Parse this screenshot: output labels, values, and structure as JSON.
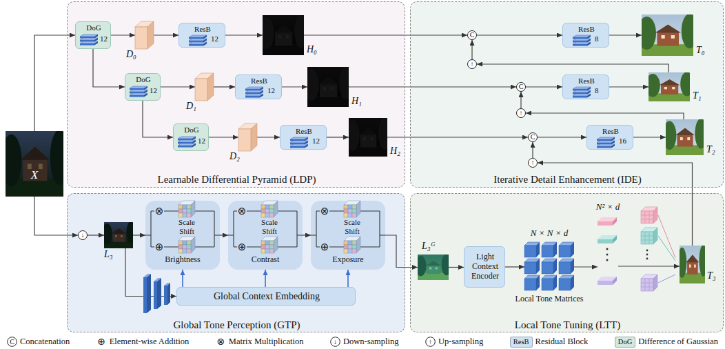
{
  "diagram": {
    "nodes": [
      {
        "text": [
          "X"
        ]
      },
      {
        "text": [
          "Learnable Differential Pyramid (LDP)"
        ]
      },
      {
        "text": [
          "DoG",
          "12"
        ],
        "in": 1
      },
      {
        "text": [
          "D₀"
        ],
        "in": 1
      },
      {
        "text": [
          "ResB",
          "12"
        ],
        "in": 1
      },
      {
        "text": [
          "H₀"
        ],
        "in": 1
      },
      {
        "text": [
          "DoG",
          "12"
        ],
        "in": 1
      },
      {
        "text": [
          "D₁"
        ],
        "in": 1
      },
      {
        "text": [
          "ResB",
          "12"
        ],
        "in": 1
      },
      {
        "text": [
          "H₁"
        ],
        "in": 1
      },
      {
        "text": [
          "DoG",
          "12"
        ],
        "in": 1
      },
      {
        "text": [
          "D₂"
        ],
        "in": 1
      },
      {
        "text": [
          "ResB",
          "12"
        ],
        "in": 1
      },
      {
        "text": [
          "H₂"
        ],
        "in": 1
      },
      {
        "text": [
          "Iterative Detail Enhancement (IDE)"
        ]
      },
      {
        "text": [
          "C"
        ],
        "in": 14
      },
      {
        "text": [
          "ResB",
          "8"
        ],
        "in": 14
      },
      {
        "text": [
          "T₀"
        ],
        "in": 14
      },
      {
        "text": [
          "↑"
        ],
        "in": 14
      },
      {
        "text": [
          "C"
        ],
        "in": 14
      },
      {
        "text": [
          "ResB",
          "8"
        ],
        "in": 14
      },
      {
        "text": [
          "T₁"
        ],
        "in": 14
      },
      {
        "text": [
          "↑"
        ],
        "in": 14
      },
      {
        "text": [
          "C"
        ],
        "in": 14
      },
      {
        "text": [
          "ResB",
          "16"
        ],
        "in": 14
      },
      {
        "text": [
          "T₂"
        ],
        "in": 14
      },
      {
        "text": [
          "↑"
        ],
        "in": 14
      },
      {
        "text": [
          "Global Tone Perception (GTP)"
        ]
      },
      {
        "text": [
          "↓"
        ],
        "in": 27
      },
      {
        "text": [
          "L₃"
        ],
        "in": 27
      },
      {
        "text": [
          "Brightness"
        ],
        "in": 27
      },
      {
        "text": [
          "⊗"
        ],
        "in": 30
      },
      {
        "text": [
          "⊕"
        ],
        "in": 30
      },
      {
        "text": [
          "Contrast"
        ],
        "in": 27
      },
      {
        "text": [
          "⊗"
        ],
        "in": 33
      },
      {
        "text": [
          "⊕"
        ],
        "in": 33
      },
      {
        "text": [
          "Exposure"
        ],
        "in": 27
      },
      {
        "text": [
          "⊗"
        ],
        "in": 36
      },
      {
        "text": [
          "⊕"
        ],
        "in": 36
      },
      {
        "text": [
          "Global Context Embedding"
        ],
        "in": 27
      },
      {
        "text": [
          "Local Tone Tuning (LTT)"
        ]
      },
      {
        "text": [
          "L₃ᴳ"
        ],
        "in": 40
      },
      {
        "text": [
          "Light Context Encoder"
        ],
        "in": 40
      },
      {
        "text": [
          "N × N × d",
          "Local Tone Matrices"
        ],
        "in": 40
      },
      {
        "text": [
          "N² × d"
        ],
        "in": 40
      },
      {
        "text": [
          "T₃"
        ],
        "in": 40
      }
    ],
    "edges": [
      {
        "from": 0,
        "to": 2,
        "arrow": "to"
      },
      {
        "from": 0,
        "to": 28,
        "arrow": "to"
      },
      {
        "from": 2,
        "to": 3,
        "arrow": "to"
      },
      {
        "from": 3,
        "to": 4,
        "arrow": "to"
      },
      {
        "from": 4,
        "to": 5,
        "arrow": "to"
      },
      {
        "from": 5,
        "to": 15,
        "arrow": "to"
      },
      {
        "from": 15,
        "to": 16,
        "arrow": "to"
      },
      {
        "from": 16,
        "to": 17,
        "arrow": "to"
      },
      {
        "from": 2,
        "to": 6,
        "arrow": "to"
      },
      {
        "from": 6,
        "to": 7,
        "arrow": "to"
      },
      {
        "from": 7,
        "to": 8,
        "arrow": "to"
      },
      {
        "from": 8,
        "to": 9,
        "arrow": "to"
      },
      {
        "from": 9,
        "to": 19,
        "arrow": "to"
      },
      {
        "from": 19,
        "to": 20,
        "arrow": "to"
      },
      {
        "from": 20,
        "to": 21,
        "arrow": "to"
      },
      {
        "from": 6,
        "to": 10,
        "arrow": "to"
      },
      {
        "from": 10,
        "to": 11,
        "arrow": "to"
      },
      {
        "from": 11,
        "to": 12,
        "arrow": "to"
      },
      {
        "from": 12,
        "to": 13,
        "arrow": "to"
      },
      {
        "from": 13,
        "to": 23,
        "arrow": "to"
      },
      {
        "from": 23,
        "to": 24,
        "arrow": "to"
      },
      {
        "from": 24,
        "to": 25,
        "arrow": "to"
      },
      {
        "from": 21,
        "to": 18,
        "arrow": "to"
      },
      {
        "from": 18,
        "to": 15,
        "arrow": "to"
      },
      {
        "from": 25,
        "to": 22,
        "arrow": "to"
      },
      {
        "from": 22,
        "to": 19,
        "arrow": "to"
      },
      {
        "from": 45,
        "to": 26,
        "arrow": "to"
      },
      {
        "from": 26,
        "to": 23,
        "arrow": "to"
      },
      {
        "from": 28,
        "to": 29,
        "arrow": "to"
      },
      {
        "from": 29,
        "to": 30,
        "arrow": "to"
      },
      {
        "from": 30,
        "to": 33,
        "arrow": "to"
      },
      {
        "from": 33,
        "to": 36,
        "arrow": "to"
      },
      {
        "from": 36,
        "to": 41,
        "arrow": "to"
      },
      {
        "from": 29,
        "to": 39,
        "arrow": "to"
      },
      {
        "from": 39,
        "to": 30,
        "arrow": "to"
      },
      {
        "from": 39,
        "to": 33,
        "arrow": "to"
      },
      {
        "from": 39,
        "to": 36,
        "arrow": "to"
      },
      {
        "from": 41,
        "to": 42,
        "arrow": "to"
      },
      {
        "from": 42,
        "to": 43,
        "arrow": "to"
      },
      {
        "from": 43,
        "to": 44,
        "arrow": "to"
      },
      {
        "from": 44,
        "to": 45,
        "arrow": "to"
      }
    ],
    "labels": [
      "Scale",
      "Shift",
      "Scale",
      "Shift",
      "Scale",
      "Shift",
      "C",
      "⊕",
      "⊗",
      "↓",
      "↑",
      "ResB",
      "DoG"
    ],
    "legend": [
      {
        "text": "Concatenation"
      },
      {
        "text": "Element-wise Addition"
      },
      {
        "text": "Matrix Multiplication"
      },
      {
        "text": "Down-sampling"
      },
      {
        "text": "Up-sampling"
      },
      {
        "text": "Residual Block",
        "color": "#cfe2f3"
      },
      {
        "text": "Difference of Gaussian",
        "color": "#d3e8de"
      }
    ]
  }
}
